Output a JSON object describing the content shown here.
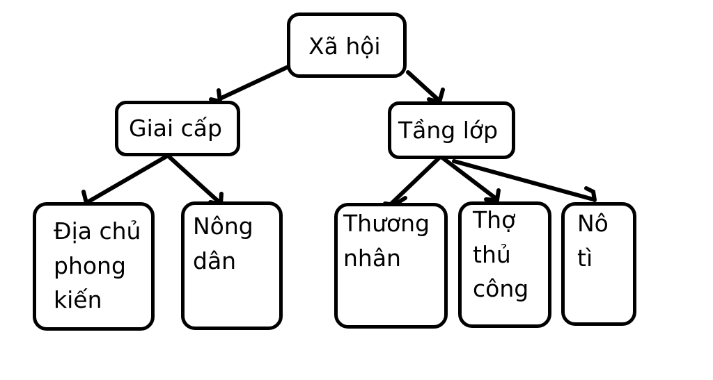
{
  "diagram": {
    "root": {
      "label": "Xã hội"
    },
    "left": {
      "label": "Giai cấp",
      "children": [
        {
          "lines": [
            "Địa chủ",
            "phong",
            "kiến"
          ]
        },
        {
          "lines": [
            "Nông",
            "dân"
          ]
        }
      ]
    },
    "right": {
      "label": "Tầng lớp",
      "children": [
        {
          "lines": [
            "Thương",
            "nhân"
          ]
        },
        {
          "lines": [
            "Thợ",
            "thủ",
            "công"
          ]
        },
        {
          "lines": [
            "Nô",
            "tì"
          ]
        }
      ]
    },
    "colors": {
      "stroke": "#000000",
      "background": "#ffffff",
      "text": "#000000"
    }
  }
}
